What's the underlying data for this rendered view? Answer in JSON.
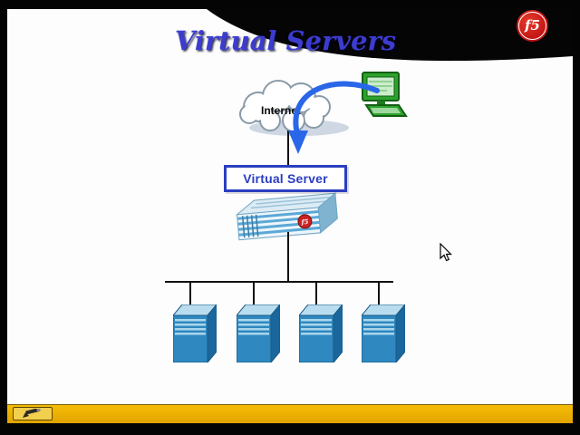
{
  "slide": {
    "title": "Virtual Servers",
    "logo": "f5",
    "cloud_label": "Internet",
    "virtual_server_box": "Virtual Server"
  },
  "servers": {
    "count": 4
  },
  "colors": {
    "slide_bg": "#fdfdfd",
    "frame": "#040404",
    "title": "#3c3cd0",
    "virtual_server_border": "#2b3fc0",
    "arrow": "#2a66e8",
    "logo_red": "#c21414",
    "server_front": "#2f88c0",
    "toolbar": "#f5bd06",
    "computer_green": "#2da32d"
  },
  "icons": [
    "f5-logo",
    "swoosh-graphic",
    "internet-cloud-icon",
    "client-computer-icon",
    "traffic-arrow-icon",
    "bigip-appliance-icon",
    "server-tower-icon",
    "pen-icon",
    "cursor-icon"
  ]
}
